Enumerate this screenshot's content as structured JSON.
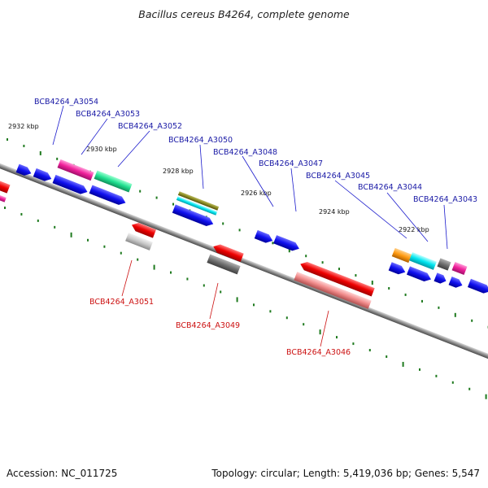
{
  "title": "Bacillus cereus B4264, complete genome",
  "footer": {
    "accession": "Accession: NC_011725",
    "summary": "Topology: circular; Length: 5,419,036 bp; Genes: 5,547"
  },
  "colors": {
    "backbone": "#8c8c8c",
    "tick": "#1f7a1f",
    "label_upper": "#1a1aa6",
    "label_lower": "#cc1111",
    "leader_upper": "#1a1acc",
    "leader_lower": "#cc1111"
  },
  "ruler": [
    {
      "label": "2932 kbp"
    },
    {
      "label": "2930 kbp"
    },
    {
      "label": "2928 kbp"
    },
    {
      "label": "2926 kbp"
    },
    {
      "label": "2924 kbp"
    },
    {
      "label": "2922 kbp"
    }
  ],
  "gene_labels_upper": [
    {
      "label": "BCB4264_A3054"
    },
    {
      "label": "BCB4264_A3053"
    },
    {
      "label": "BCB4264_A3052"
    },
    {
      "label": "BCB4264_A3050"
    },
    {
      "label": "BCB4264_A3048"
    },
    {
      "label": "BCB4264_A3047"
    },
    {
      "label": "BCB4264_A3045"
    },
    {
      "label": "BCB4264_A3044"
    },
    {
      "label": "BCB4264_A3043"
    }
  ],
  "gene_labels_lower": [
    {
      "label": "BCB4264_A3051"
    },
    {
      "label": "BCB4264_A3049"
    },
    {
      "label": "BCB4264_A3046"
    }
  ]
}
